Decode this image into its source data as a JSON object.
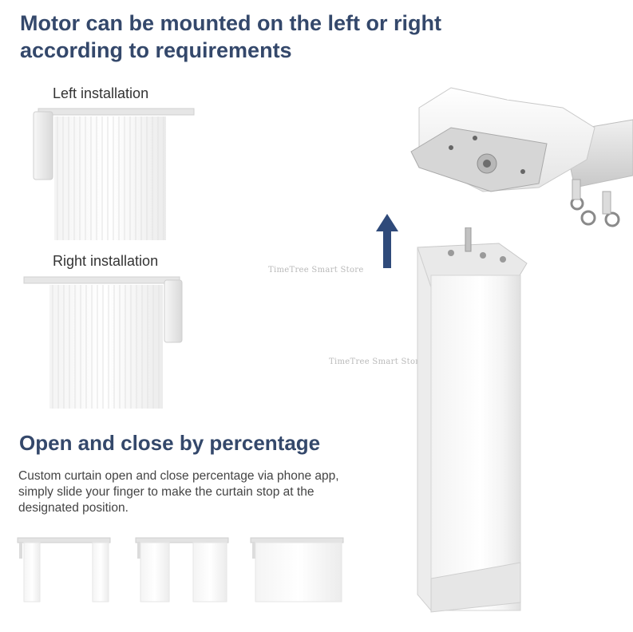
{
  "header": {
    "title_line1": "Motor can be mounted on the left or right",
    "title_line2": "according to requirements"
  },
  "installations": {
    "left_label": "Left installation",
    "right_label": "Right installation"
  },
  "percentage": {
    "title": "Open and close by percentage",
    "desc_line1": "Custom curtain open and close percentage via phone app,",
    "desc_line2": "simply slide your finger to make the curtain stop at the",
    "desc_line3": "designated position."
  },
  "watermarks": {
    "text": "TimeTree Smart Store"
  },
  "colors": {
    "heading": "#34486b",
    "arrow": "#2f4a7a"
  }
}
